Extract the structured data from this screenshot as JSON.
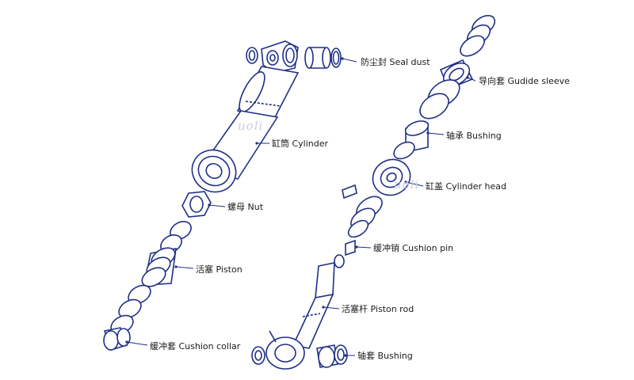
{
  "watermark": "uoli",
  "labels": {
    "seal_dust": "防尘封 Seal dust",
    "guide_sleeve": "导向套 Gudide sleeve",
    "bushing_upper": "轴承 Bushing",
    "cylinder": "缸筒 Cylinder",
    "cylinder_head": "缸盖 Cylinder head",
    "nut": "螺母 Nut",
    "cushion_pin": "缓冲销 Cushion pin",
    "piston": "活塞 Piston",
    "piston_rod": "活塞杆 Piston rod",
    "cushion_collar": "缓冲套 Cushion collar",
    "bushing_lower": "轴套 Bushing"
  },
  "colors": {
    "line": "#1f2f86",
    "fill": "#ffffff",
    "leader": "#1f2f86"
  }
}
